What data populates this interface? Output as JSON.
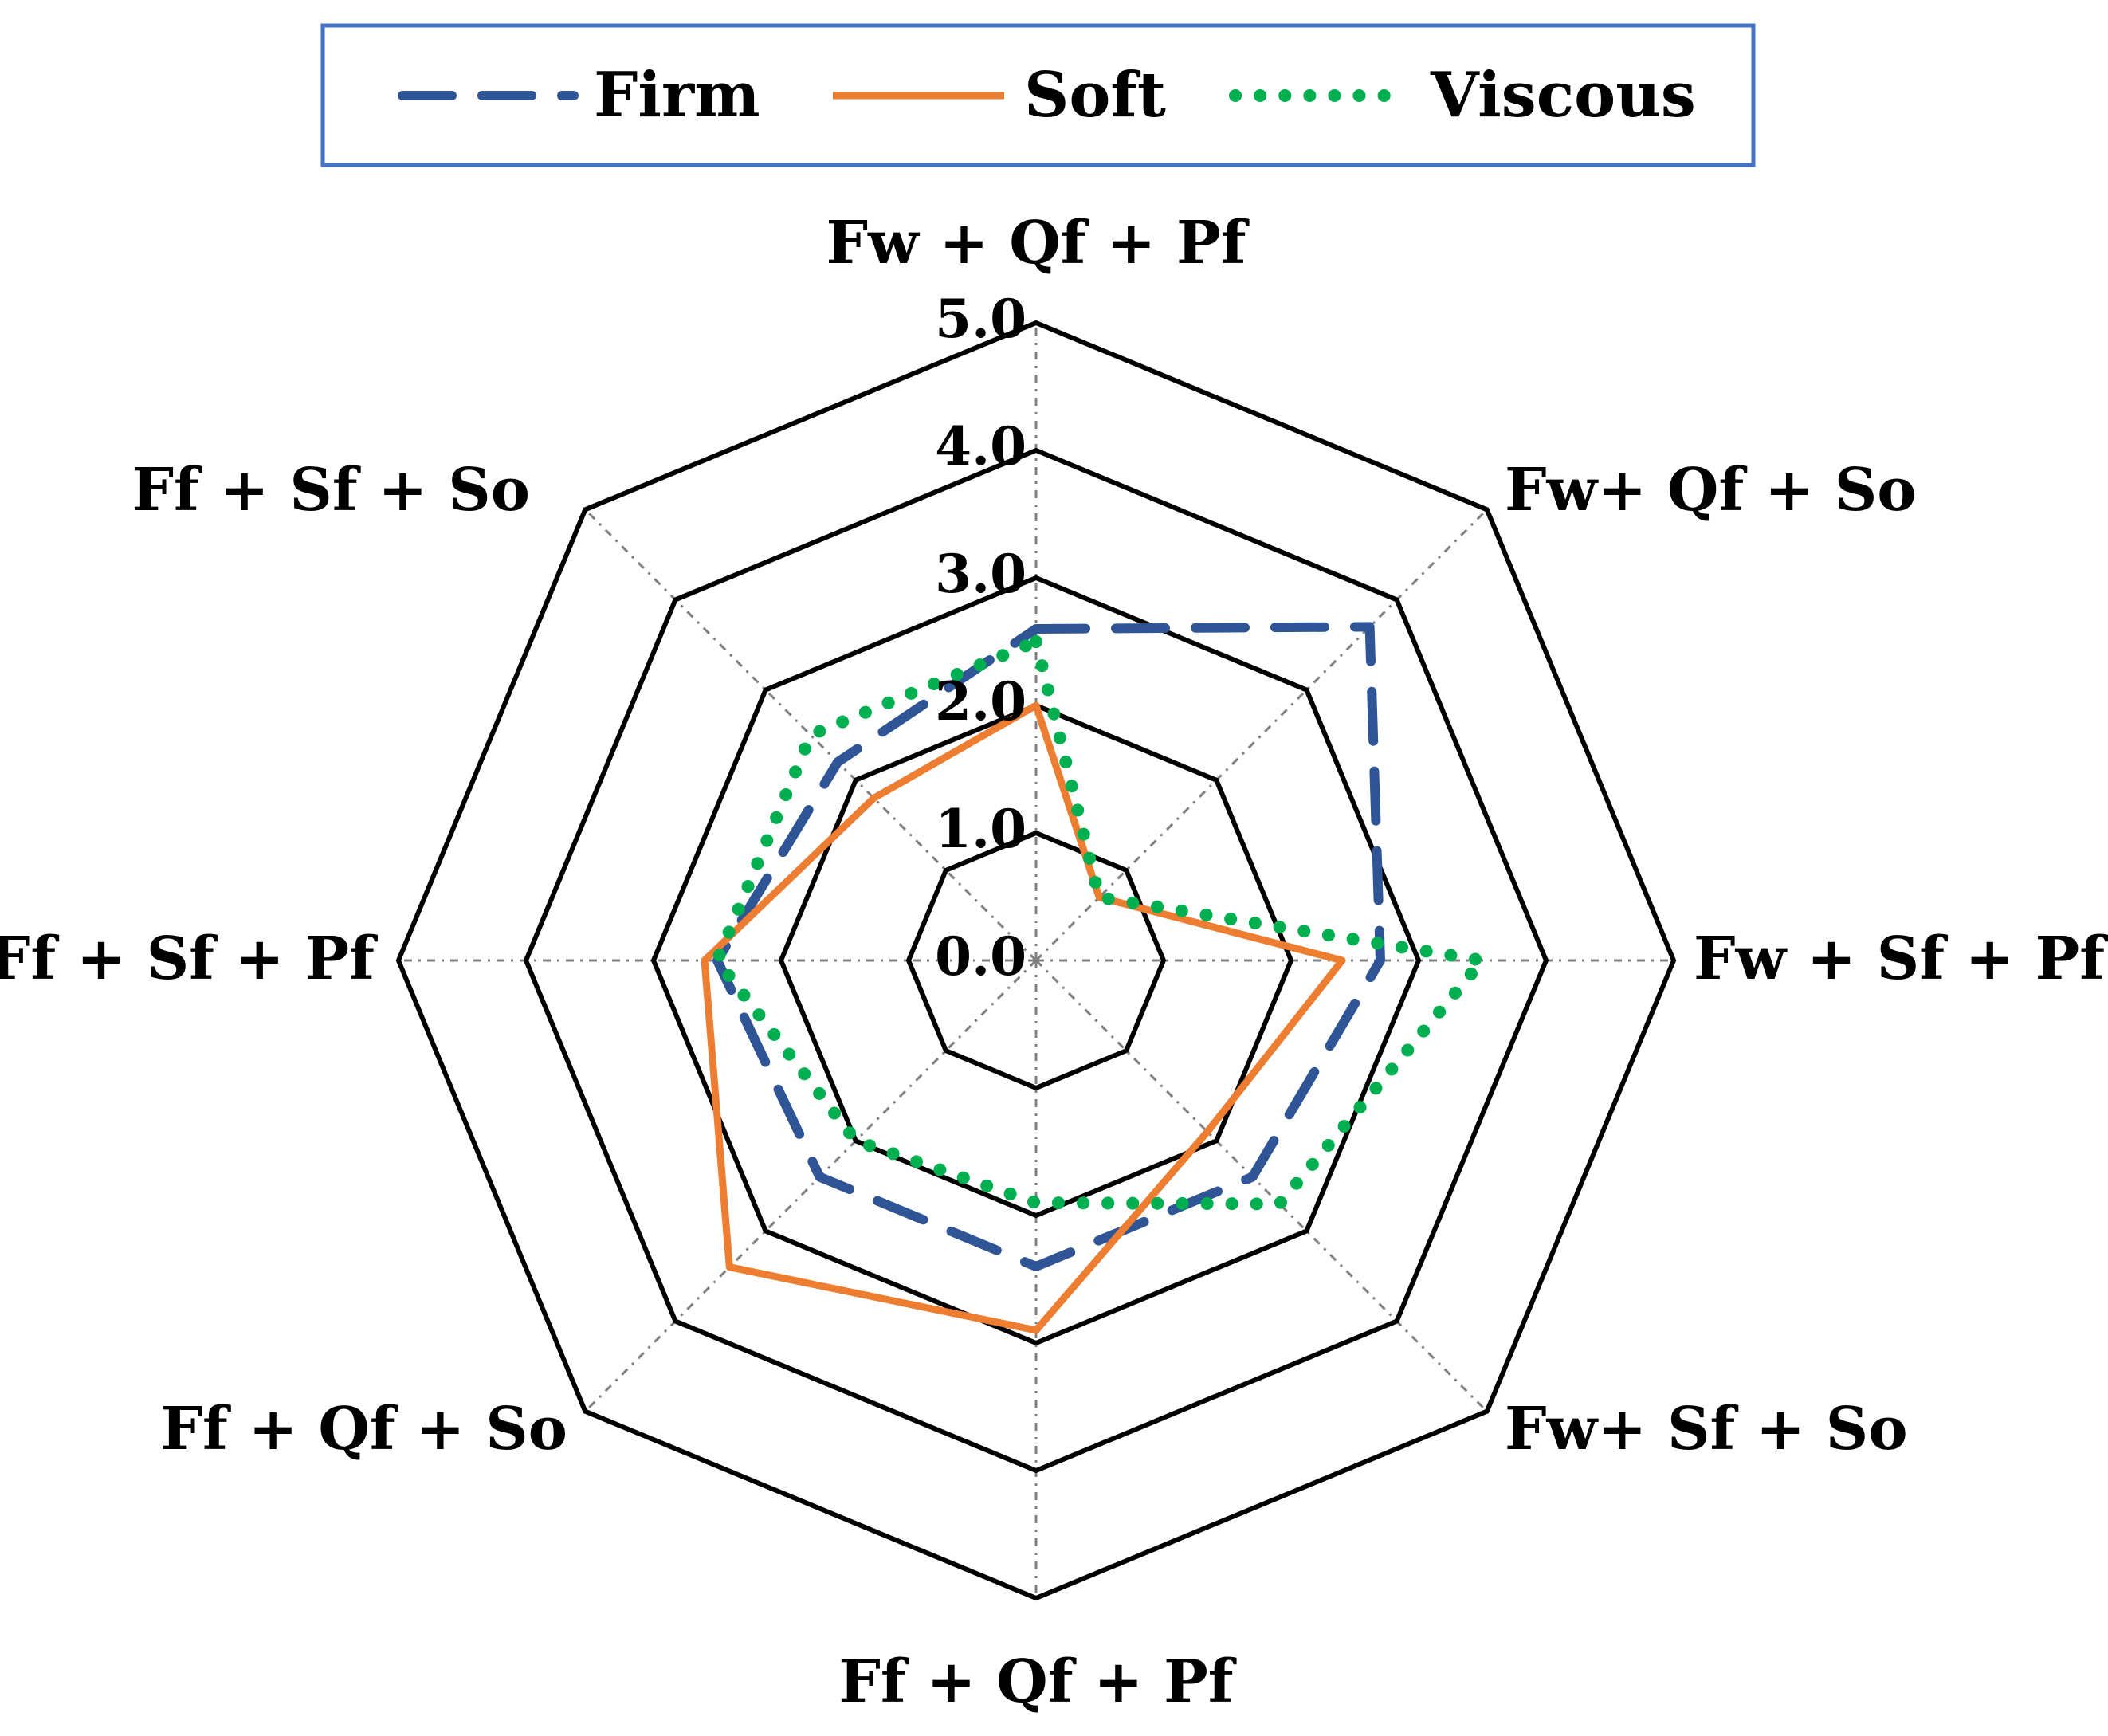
{
  "chart_data": {
    "type": "radar",
    "categories": [
      "Fw + Qf + Pf",
      "Fw+ Qf + So",
      "Fw + Sf + Pf",
      "Fw+ Sf + So",
      "Ff + Qf + Pf",
      "Ff + Qf + So",
      "Ff + Sf + Pf",
      "Ff + Sf + So"
    ],
    "ticks": [
      "0.0",
      "1.0",
      "2.0",
      "3.0",
      "4.0",
      "5.0"
    ],
    "rlim": [
      0,
      5
    ],
    "grid": true,
    "legend_position": "top",
    "series": [
      {
        "name": "Firm",
        "values": [
          2.6,
          3.7,
          2.7,
          2.4,
          2.4,
          2.4,
          2.5,
          2.2
        ],
        "color": "#2f5597",
        "style": "dashed"
      },
      {
        "name": "Soft",
        "values": [
          2.0,
          0.7,
          2.4,
          1.9,
          2.9,
          3.4,
          2.6,
          1.8
        ],
        "color": "#ed7d31",
        "style": "solid"
      },
      {
        "name": "Viscous",
        "values": [
          2.5,
          0.7,
          3.5,
          2.7,
          1.9,
          2.0,
          2.5,
          2.5
        ],
        "color": "#00b050",
        "style": "dotted"
      }
    ]
  }
}
